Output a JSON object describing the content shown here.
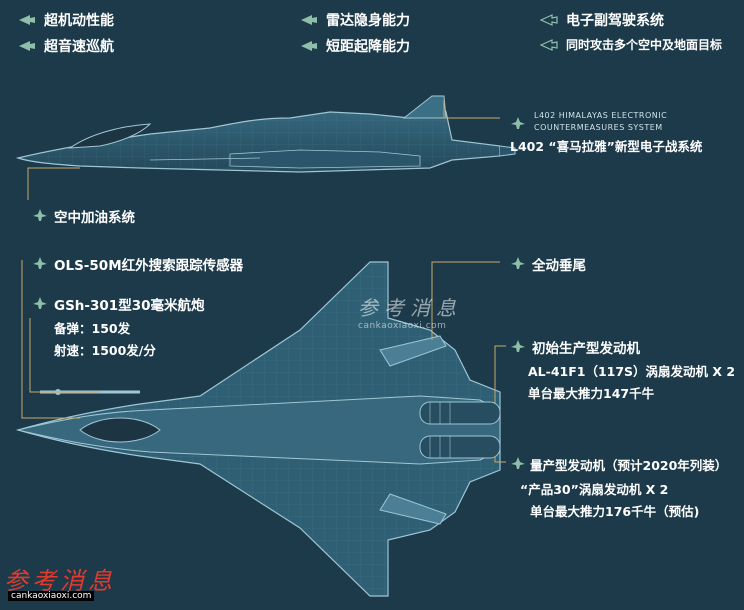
{
  "features": [
    {
      "text": "超机动性能",
      "icon": "jet-icon"
    },
    {
      "text": "超音速巡航",
      "icon": "jet-icon"
    },
    {
      "text": "雷达隐身能力",
      "icon": "jet-icon"
    },
    {
      "text": "短距起降能力",
      "icon": "jet-icon"
    },
    {
      "text": "电子副驾驶系统",
      "icon": "jet-outline-icon"
    },
    {
      "text": "同时攻击多个空中及地面目标",
      "icon": "jet-outline-icon"
    }
  ],
  "callouts": {
    "l402_en_line1": "L402 HIMALAYAS ELECTRONIC",
    "l402_en_line2": "COUNTERMEASURES SYSTEM",
    "l402_cn": "L402 “喜马拉雅”新型电子战系统",
    "refuel": "空中加油系统",
    "ols": "OLS-50M红外搜索跟踪传感器",
    "gun": "GSh-301型30毫米航炮",
    "ammo": "备弹：150发",
    "rate": "射速：1500发/分",
    "tail": "全动垂尾",
    "engine1_title": "初始生产型发动机",
    "engine1_model": "AL-41F1（117S）涡扇发动机 X 2",
    "engine1_thrust": "单台最大推力147千牛",
    "engine2_title": "量产型发动机（预计2020年列装）",
    "engine2_model": "“产品30”涡扇发动机 X 2",
    "engine2_thrust": "单台最大推力176千牛（预估)"
  },
  "watermark": {
    "cn": "参考消息",
    "en": "cankaoxiaoxi.com"
  },
  "colors": {
    "background": "#1c3a4a",
    "aircraft_fill": "#2f5f74",
    "aircraft_line": "#9fc6d4",
    "callout_line": "#c9a86a",
    "icon": "#8fbfa8",
    "watermark_red": "#e23b2e"
  }
}
